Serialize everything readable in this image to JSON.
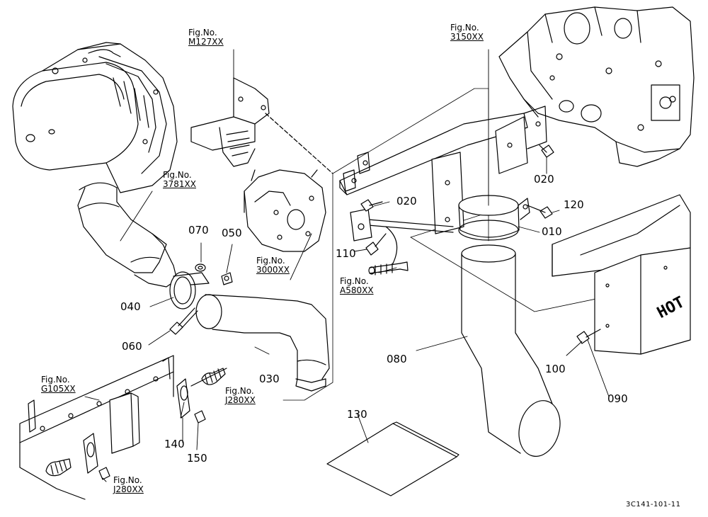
{
  "part_labels": [
    {
      "id": "p070",
      "text": "070"
    },
    {
      "id": "p050",
      "text": "050"
    },
    {
      "id": "p040",
      "text": "040"
    },
    {
      "id": "p060",
      "text": "060"
    },
    {
      "id": "p030",
      "text": "030"
    },
    {
      "id": "p020a",
      "text": "020"
    },
    {
      "id": "p020b",
      "text": "020"
    },
    {
      "id": "p120",
      "text": "120"
    },
    {
      "id": "p010",
      "text": "010"
    },
    {
      "id": "p110",
      "text": "110"
    },
    {
      "id": "p080",
      "text": "080"
    },
    {
      "id": "p090",
      "text": "090"
    },
    {
      "id": "p100",
      "text": "100"
    },
    {
      "id": "p130",
      "text": "130"
    },
    {
      "id": "p140",
      "text": "140"
    },
    {
      "id": "p150",
      "text": "150"
    }
  ],
  "figure_refs": [
    {
      "id": "M127",
      "prefix": "Fig.No.",
      "code": "M127XX"
    },
    {
      "id": "3150",
      "prefix": "Fig.No.",
      "code": "3150XX"
    },
    {
      "id": "3781",
      "prefix": "Fig.No.",
      "code": "3781XX"
    },
    {
      "id": "3000",
      "prefix": "Fig.No.",
      "code": "3000XX"
    },
    {
      "id": "A580",
      "prefix": "Fig.No.",
      "code": "A580XX"
    },
    {
      "id": "G105",
      "prefix": "Fig.No.",
      "code": "G105XX"
    },
    {
      "id": "J280a",
      "prefix": "Fig.No.",
      "code": "J280XX"
    },
    {
      "id": "J280b",
      "prefix": "Fig.No.",
      "code": "J280XX"
    }
  ],
  "shield_text": "HOT",
  "drawing_id": "3C141-101-11"
}
